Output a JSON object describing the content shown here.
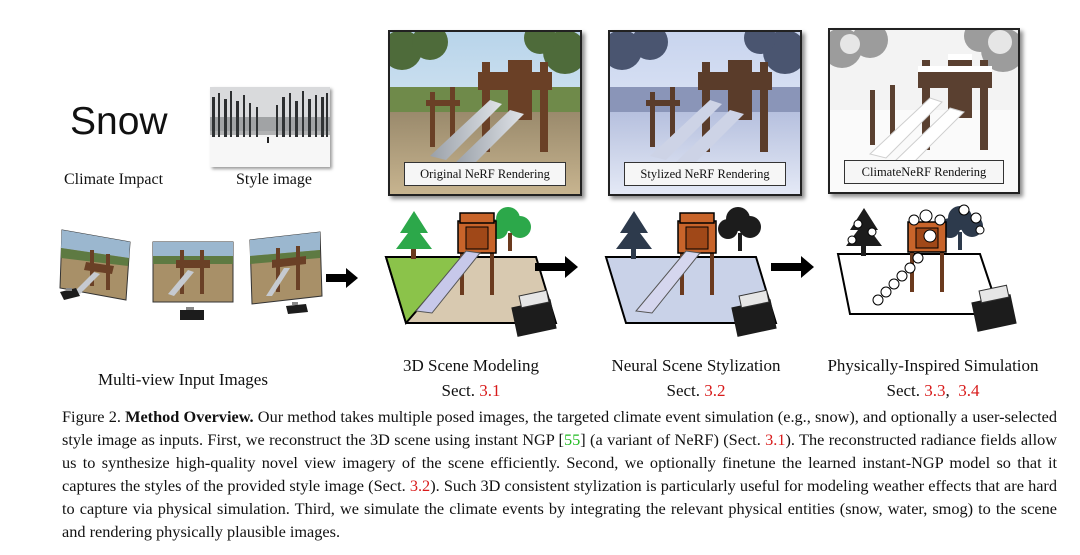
{
  "figure": {
    "snow_label": "Snow",
    "climate_impact_label": "Climate Impact",
    "style_image_label": "Style image",
    "renderings": {
      "original": "Original NeRF Rendering",
      "stylized": "Stylized NeRF Rendering",
      "climate": "ClimateNeRF Rendering"
    },
    "input_label": "Multi-view Input Images",
    "stages": {
      "modeling_title": "3D Scene Modeling",
      "modeling_sect_prefix": "Sect.",
      "modeling_ref": "3.1",
      "stylization_title": "Neural Scene Stylization",
      "stylization_sect_prefix": "Sect.",
      "stylization_ref": "3.2",
      "simulation_title": "Physically-Inspired Simulation",
      "simulation_sect_prefix": "Sect.",
      "simulation_ref_a": "3.3",
      "simulation_ref_sep": ",",
      "simulation_ref_b": "3.4"
    }
  },
  "caption": {
    "prefix": "Figure 2.",
    "bold_title": "Method Overview.",
    "t1": " Our method takes multiple posed images, the targeted climate event simulation (e.g., snow), and optionally a user-selected style image as inputs.  First, we reconstruct the 3D scene using instant NGP [",
    "cite1": "55",
    "t2": "] (a variant of NeRF) (Sect. ",
    "ref1": "3.1",
    "t3": ").  The reconstructed radiance fields allow us to synthesize high-quality novel view imagery of the scene efficiently. Second, we optionally finetune the learned instant-NGP model so that it captures the styles of the provided style image (Sect. ",
    "ref2": "3.2",
    "t4": ").  Such 3D consistent stylization is particularly useful for modeling weather effects that are hard to capture via physical simulation. Third, we simulate the climate events by integrating the relevant physical entities (snow, water, smog) to the scene and rendering physically plausible images."
  },
  "colors": {
    "citation_red": "#d81b1b",
    "citation_green": "#22bb22",
    "ground_green": "#8bc34a",
    "ground_tan": "#d8c9b0",
    "ground_blue": "#c9d2e8",
    "tower_orange": "#c8642a",
    "tree_green": "#2ca84a"
  }
}
